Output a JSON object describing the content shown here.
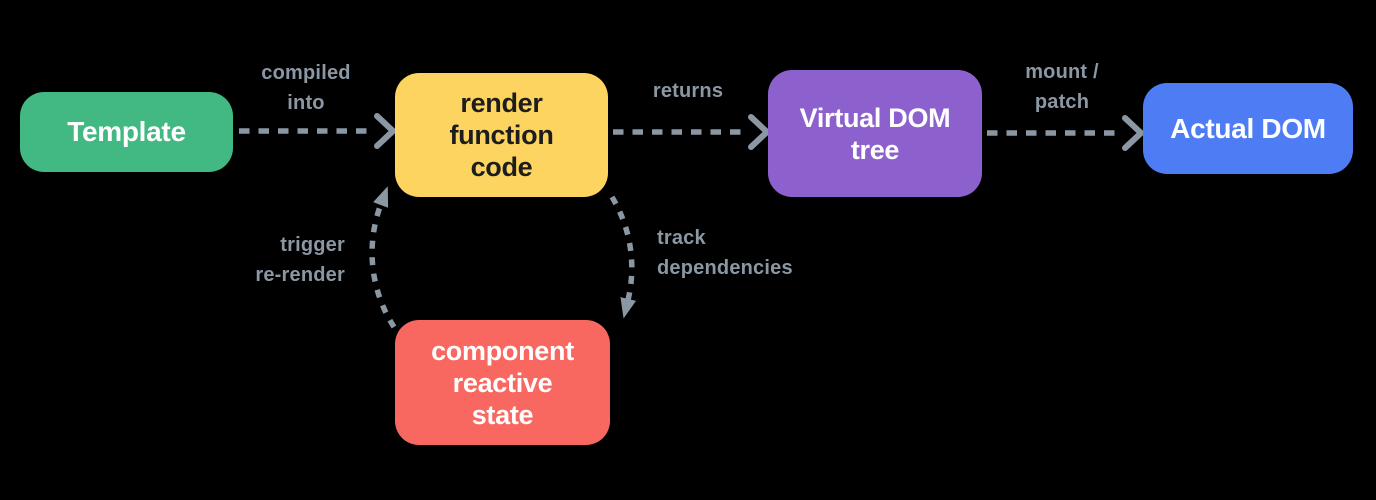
{
  "diagram": {
    "title_hint": "template-to-dom render pipeline",
    "background": "#000000",
    "arrow_color": "#8b97a3",
    "label_color": "#8b97a3",
    "nodes": {
      "template": {
        "label": "Template",
        "fill": "#42b883",
        "text_color": "#ffffff"
      },
      "render_function": {
        "label": "render\nfunction\ncode",
        "fill": "#fcd45f",
        "text_color": "#1d1d1d"
      },
      "virtual_dom": {
        "label": "Virtual DOM\ntree",
        "fill": "#8d61cd",
        "text_color": "#ffffff"
      },
      "actual_dom": {
        "label": "Actual DOM",
        "fill": "#4e7cf5",
        "text_color": "#ffffff"
      },
      "reactive_state": {
        "label": "component\nreactive\nstate",
        "fill": "#f96860",
        "text_color": "#ffffff"
      }
    },
    "edge_labels": {
      "compiled_into": "compiled\ninto",
      "returns": "returns",
      "mount_patch": "mount /\npatch",
      "trigger_rerender": "trigger\nre-render",
      "track_dependencies": "track\ndependencies"
    }
  }
}
